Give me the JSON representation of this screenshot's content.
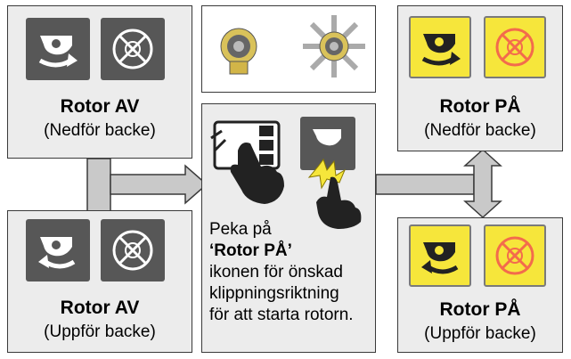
{
  "panels": {
    "off_downhill": {
      "title": "Rotor AV",
      "subtitle": "(Nedför backe)"
    },
    "off_uphill": {
      "title": "Rotor AV",
      "subtitle": "(Uppför backe)"
    },
    "on_downhill": {
      "title": "Rotor PÅ",
      "subtitle": "(Nedför backe)"
    },
    "on_uphill": {
      "title": "Rotor PÅ",
      "subtitle": "(Uppför backe)"
    }
  },
  "instruction": {
    "line1": "Peka på",
    "line2": "‘Rotor PÅ’",
    "line3": "ikonen för önskad",
    "line4": "klippningsriktning",
    "line5": "för att starta rotorn."
  },
  "colors": {
    "panel_bg": "#ececec",
    "icon_dark": "#575757",
    "icon_yellow": "#f6e63b",
    "icon_red": "#f36b4c",
    "connector": "#c9c9c9"
  },
  "icons": [
    "rotor-icon",
    "rotor-disabled-icon",
    "touch-screen-icon",
    "hand-pointer-icon"
  ]
}
